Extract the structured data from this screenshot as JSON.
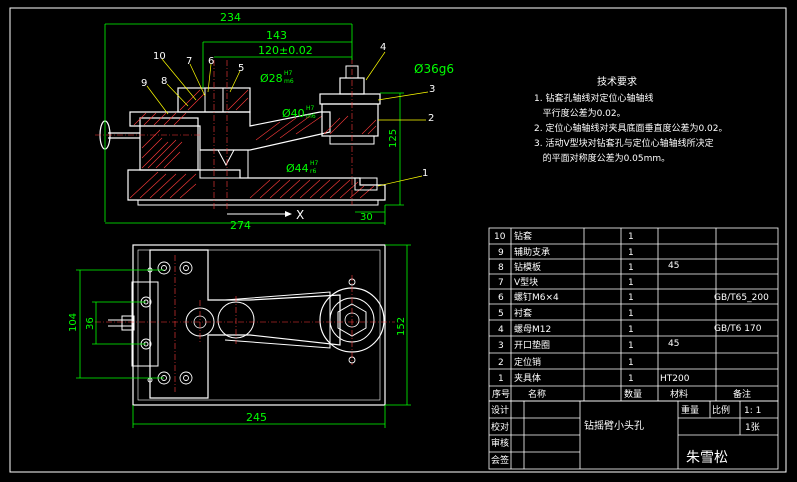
{
  "colors": {
    "background": "#000000",
    "outline": "#ffffff",
    "dimension": "#00ff00",
    "centerline": "#ff3b3b",
    "hatch": "#ff3b3b",
    "leader": "#ffff00",
    "text": "#ffffff",
    "table_text": "#ffffff"
  },
  "front_view": {
    "dims": {
      "d234": "234",
      "d143": "143",
      "d120": "120±0.02",
      "d28": "Ø28",
      "d28_tol": "H7",
      "d28_tol2": "m6",
      "d40": "Ø40",
      "d40_tol": "H7",
      "d40_tol2": "m6",
      "d44": "Ø44",
      "d44_tol": "H7",
      "d44_tol2": "r6",
      "d36": "Ø36g6",
      "d125": "125",
      "d30": "30",
      "d274": "274",
      "axis_x": "X"
    },
    "part_numbers": [
      "1",
      "2",
      "3",
      "4",
      "5",
      "6",
      "7",
      "8",
      "9",
      "10"
    ]
  },
  "top_view": {
    "dims": {
      "d245": "245",
      "d104": "104",
      "d36": "36",
      "d152": "152"
    }
  },
  "tech_requirements": {
    "title": "技术要求",
    "lines": [
      "1. 钻套孔轴线对定位心轴轴线",
      "   平行度公差为0.02。",
      "2. 定位心轴轴线对夹具底面垂直度公差为0.02。",
      "3. 活动V型块对钻套孔与定位心轴轴线所决定",
      "   的平面对称度公差为0.05mm。"
    ]
  },
  "bom": {
    "rows": [
      {
        "no": "10",
        "name": "钻套",
        "qty": "1",
        "material": "",
        "remark": ""
      },
      {
        "no": "9",
        "name": "辅助支承",
        "qty": "1",
        "material": "",
        "remark": ""
      },
      {
        "no": "8",
        "name": "钻模板",
        "qty": "1",
        "material": "45",
        "remark": ""
      },
      {
        "no": "7",
        "name": "V型块",
        "qty": "1",
        "material": "",
        "remark": ""
      },
      {
        "no": "6",
        "name": "螺钉M6×4",
        "qty": "1",
        "material": "",
        "remark": "GB/T65_200"
      },
      {
        "no": "5",
        "name": "衬套",
        "qty": "1",
        "material": "",
        "remark": ""
      },
      {
        "no": "4",
        "name": "螺母M12",
        "qty": "1",
        "material": "",
        "remark": "GB/T6 170"
      },
      {
        "no": "3",
        "name": "开口垫圈",
        "qty": "1",
        "material": "45",
        "remark": ""
      },
      {
        "no": "2",
        "name": "定位销",
        "qty": "1",
        "material": "",
        "remark": ""
      },
      {
        "no": "1",
        "name": "夹具体",
        "qty": "1",
        "material": "HT200",
        "remark": ""
      }
    ],
    "header": {
      "no": "序号",
      "name": "名称",
      "qty": "数量",
      "material": "材料",
      "remark": "备注"
    }
  },
  "title_block": {
    "designer": "设计",
    "checker": "校对",
    "reviewer": "审核",
    "approver": "会签",
    "drawing_title": "钻摇臂小头孔",
    "weight_label": "重量",
    "scale_label": "比例",
    "scale_value": "1: 1",
    "sheet_label": "1张",
    "author": "朱雪松"
  }
}
